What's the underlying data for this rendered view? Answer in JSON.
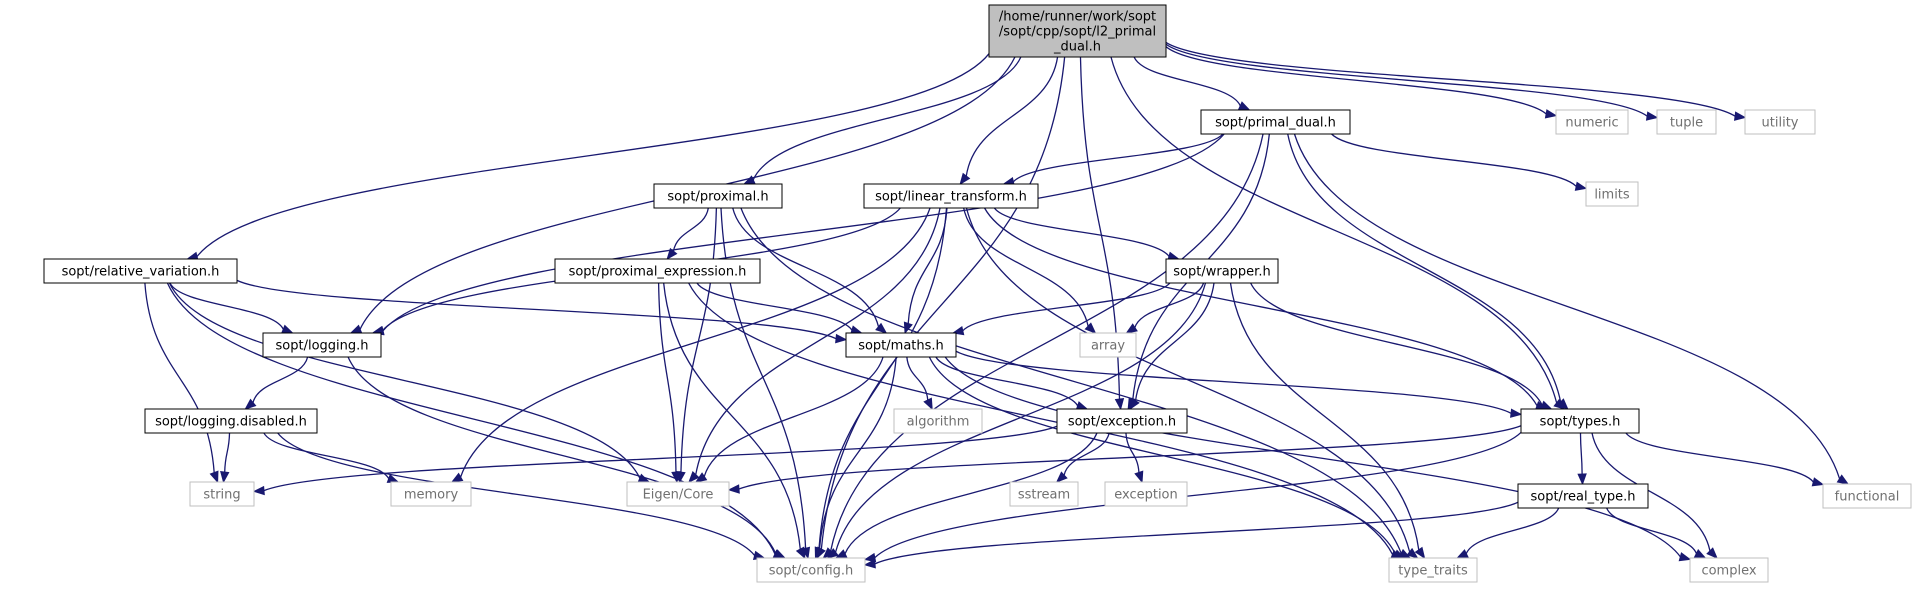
{
  "diagram": {
    "root": {
      "id": "root",
      "lines": [
        "/home/runner/work/sopt",
        "/sopt/cpp/sopt/l2_primal",
        "_dual.h"
      ]
    },
    "project_nodes": [
      {
        "id": "primal_dual",
        "label": "sopt/primal_dual.h"
      },
      {
        "id": "proximal",
        "label": "sopt/proximal.h"
      },
      {
        "id": "linear_transform",
        "label": "sopt/linear_transform.h"
      },
      {
        "id": "relative_variation",
        "label": "sopt/relative_variation.h"
      },
      {
        "id": "proximal_expression",
        "label": "sopt/proximal_expression.h"
      },
      {
        "id": "wrapper",
        "label": "sopt/wrapper.h"
      },
      {
        "id": "logging",
        "label": "sopt/logging.h"
      },
      {
        "id": "maths",
        "label": "sopt/maths.h"
      },
      {
        "id": "logging_disabled",
        "label": "sopt/logging.disabled.h"
      },
      {
        "id": "exception",
        "label": "sopt/exception.h"
      },
      {
        "id": "types",
        "label": "sopt/types.h"
      },
      {
        "id": "real_type",
        "label": "sopt/real_type.h"
      }
    ],
    "system_nodes": [
      {
        "id": "numeric",
        "label": "numeric"
      },
      {
        "id": "tuple",
        "label": "tuple"
      },
      {
        "id": "utility",
        "label": "utility"
      },
      {
        "id": "limits",
        "label": "limits"
      },
      {
        "id": "array",
        "label": "array"
      },
      {
        "id": "algorithm",
        "label": "algorithm"
      },
      {
        "id": "string",
        "label": "string"
      },
      {
        "id": "memory",
        "label": "memory"
      },
      {
        "id": "eigen_core",
        "label": "Eigen/Core"
      },
      {
        "id": "sstream",
        "label": "sstream"
      },
      {
        "id": "exception_std",
        "label": "exception"
      },
      {
        "id": "functional",
        "label": "functional"
      },
      {
        "id": "config",
        "label": "sopt/config.h"
      },
      {
        "id": "type_traits",
        "label": "type_traits"
      },
      {
        "id": "complex",
        "label": "complex"
      }
    ],
    "edges": [
      [
        "root",
        "numeric"
      ],
      [
        "root",
        "tuple"
      ],
      [
        "root",
        "utility"
      ],
      [
        "root",
        "primal_dual"
      ],
      [
        "root",
        "proximal"
      ],
      [
        "root",
        "linear_transform"
      ],
      [
        "root",
        "relative_variation"
      ],
      [
        "root",
        "logging"
      ],
      [
        "root",
        "exception"
      ],
      [
        "root",
        "types"
      ],
      [
        "root",
        "config"
      ],
      [
        "primal_dual",
        "linear_transform"
      ],
      [
        "primal_dual",
        "logging"
      ],
      [
        "primal_dual",
        "limits"
      ],
      [
        "primal_dual",
        "functional"
      ],
      [
        "primal_dual",
        "types"
      ],
      [
        "primal_dual",
        "exception"
      ],
      [
        "primal_dual",
        "config"
      ],
      [
        "proximal",
        "proximal_expression"
      ],
      [
        "proximal",
        "maths"
      ],
      [
        "proximal",
        "eigen_core"
      ],
      [
        "proximal",
        "config"
      ],
      [
        "proximal",
        "type_traits"
      ],
      [
        "linear_transform",
        "wrapper"
      ],
      [
        "linear_transform",
        "maths"
      ],
      [
        "linear_transform",
        "array"
      ],
      [
        "linear_transform",
        "logging"
      ],
      [
        "linear_transform",
        "memory"
      ],
      [
        "linear_transform",
        "types"
      ],
      [
        "linear_transform",
        "eigen_core"
      ],
      [
        "linear_transform",
        "config"
      ],
      [
        "linear_transform",
        "type_traits"
      ],
      [
        "relative_variation",
        "logging"
      ],
      [
        "relative_variation",
        "maths"
      ],
      [
        "relative_variation",
        "string"
      ],
      [
        "relative_variation",
        "eigen_core"
      ],
      [
        "relative_variation",
        "config"
      ],
      [
        "proximal_expression",
        "maths"
      ],
      [
        "proximal_expression",
        "eigen_core"
      ],
      [
        "proximal_expression",
        "config"
      ],
      [
        "proximal_expression",
        "type_traits"
      ],
      [
        "wrapper",
        "maths"
      ],
      [
        "wrapper",
        "array"
      ],
      [
        "wrapper",
        "exception"
      ],
      [
        "wrapper",
        "types"
      ],
      [
        "wrapper",
        "type_traits"
      ],
      [
        "wrapper",
        "config"
      ],
      [
        "logging",
        "logging_disabled"
      ],
      [
        "logging",
        "config"
      ],
      [
        "logging_disabled",
        "string"
      ],
      [
        "logging_disabled",
        "memory"
      ],
      [
        "logging_disabled",
        "config"
      ],
      [
        "maths",
        "algorithm"
      ],
      [
        "maths",
        "exception"
      ],
      [
        "maths",
        "types"
      ],
      [
        "maths",
        "eigen_core"
      ],
      [
        "maths",
        "config"
      ],
      [
        "maths",
        "complex"
      ],
      [
        "maths",
        "type_traits"
      ],
      [
        "exception",
        "sstream"
      ],
      [
        "exception",
        "exception_std"
      ],
      [
        "exception",
        "string"
      ],
      [
        "exception",
        "config"
      ],
      [
        "types",
        "real_type"
      ],
      [
        "types",
        "functional"
      ],
      [
        "types",
        "complex"
      ],
      [
        "types",
        "eigen_core"
      ],
      [
        "types",
        "config"
      ],
      [
        "real_type",
        "complex"
      ],
      [
        "real_type",
        "type_traits"
      ],
      [
        "real_type",
        "config"
      ]
    ]
  }
}
